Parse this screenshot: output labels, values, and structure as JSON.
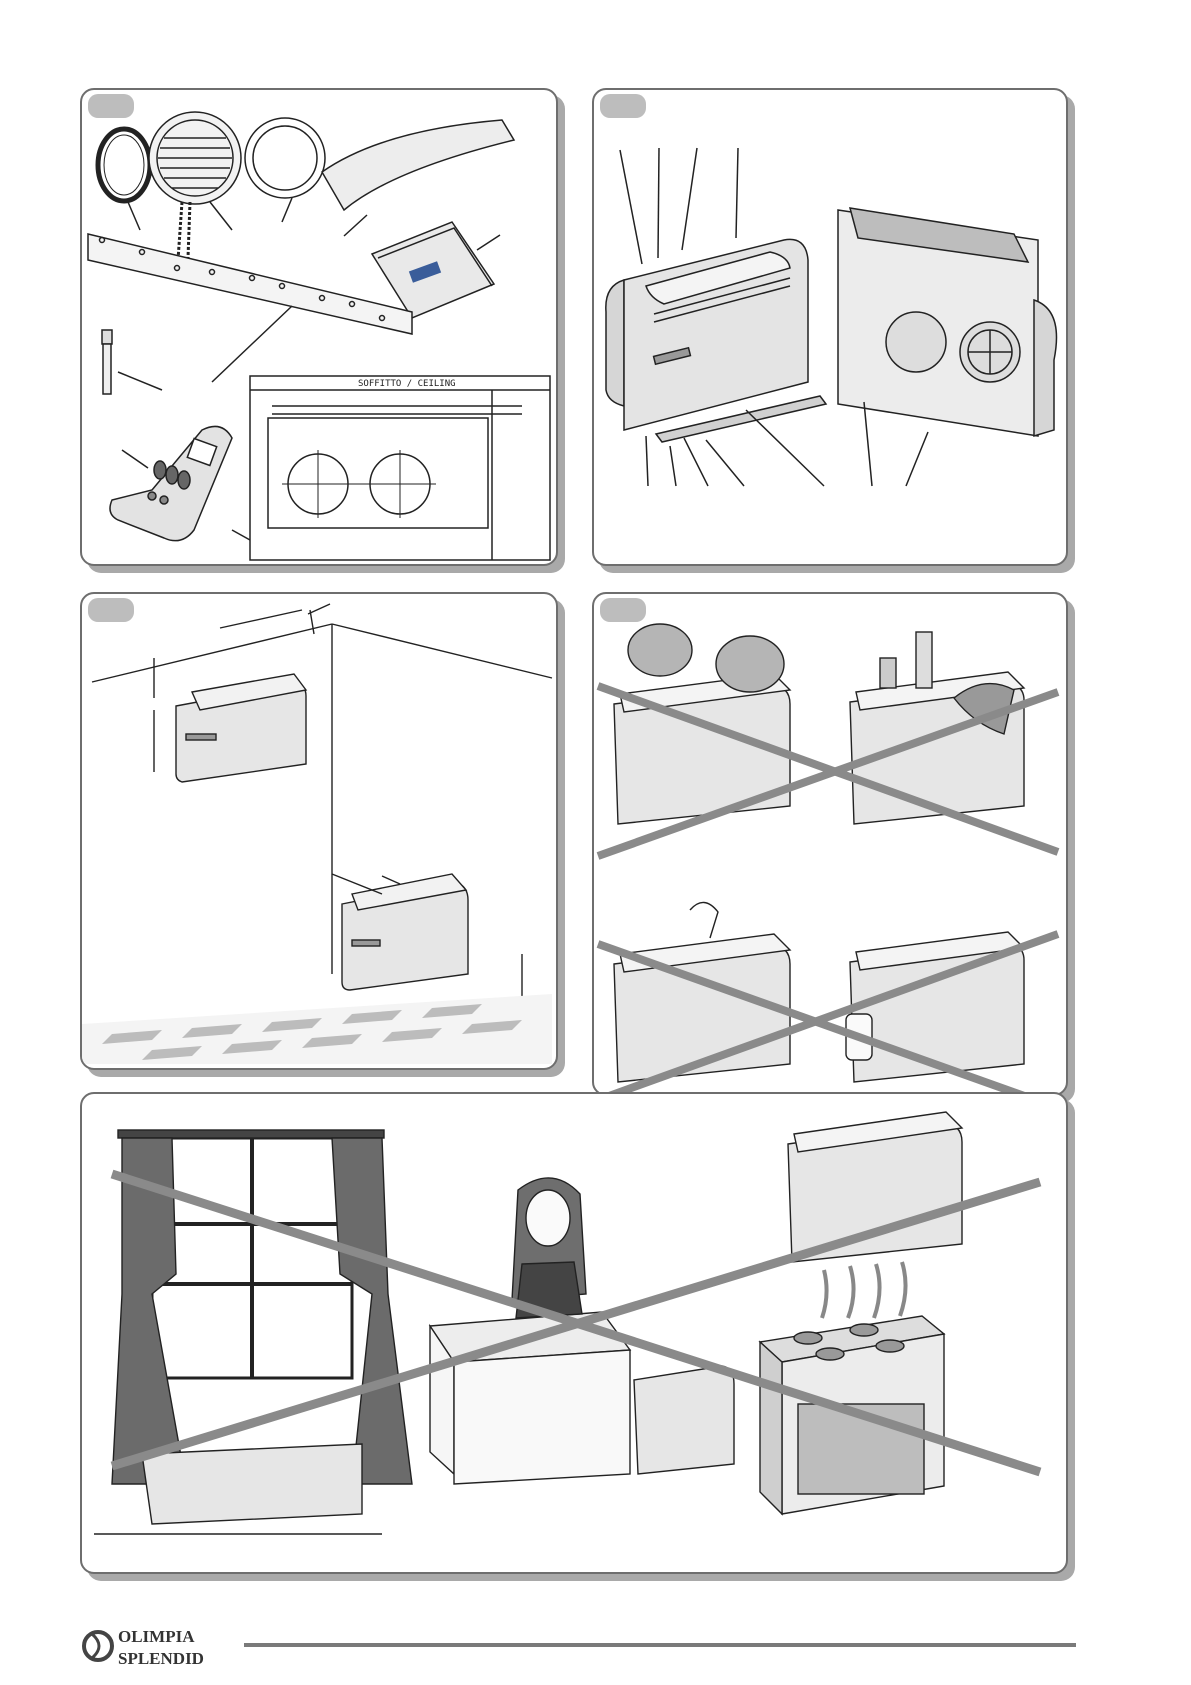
{
  "panels": {
    "accessories": {
      "drawing_label": "SOFFITTO / CEILING"
    }
  },
  "brand": {
    "line1": "OLIMPIA",
    "line2": "SPLENDID"
  },
  "colors": {
    "panel_border": "#6e6e6e",
    "panel_shadow": "#a9a9a9",
    "tab": "#bdbdbd",
    "cross": "#8a8a8a",
    "unit_body": "#e6e6e6",
    "curtain": "#6b6b6b"
  }
}
